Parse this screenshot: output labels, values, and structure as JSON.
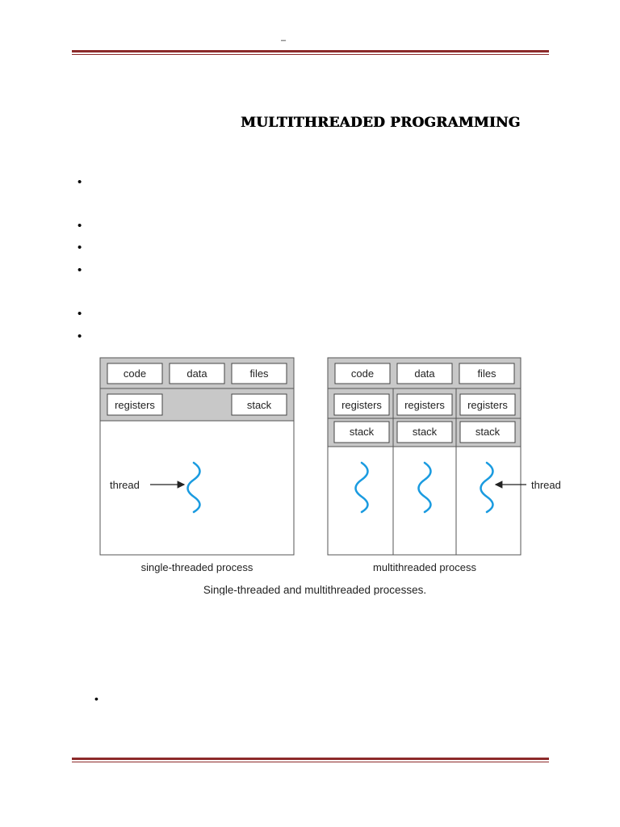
{
  "header": {
    "dash": "–"
  },
  "document": {
    "title": "MULTITHREADED PROGRAMMING",
    "bullet_glyph": "•",
    "small_bullet_glyph": "•"
  },
  "figure": {
    "single": {
      "top_row": [
        "code",
        "data",
        "files"
      ],
      "registers": "registers",
      "stack": "stack",
      "thread_label": "thread",
      "caption": "single-threaded process"
    },
    "multi": {
      "top_row": [
        "code",
        "data",
        "files"
      ],
      "registers": [
        "registers",
        "registers",
        "registers"
      ],
      "stacks": [
        "stack",
        "stack",
        "stack"
      ],
      "thread_label": "thread",
      "caption": "multithreaded process"
    },
    "caption": "Single-threaded and multithreaded processes.",
    "colors": {
      "header_band": "#c8c8c8",
      "thread": "#1a9be0",
      "border": "#555555",
      "rule": "#8c2a2a"
    }
  }
}
